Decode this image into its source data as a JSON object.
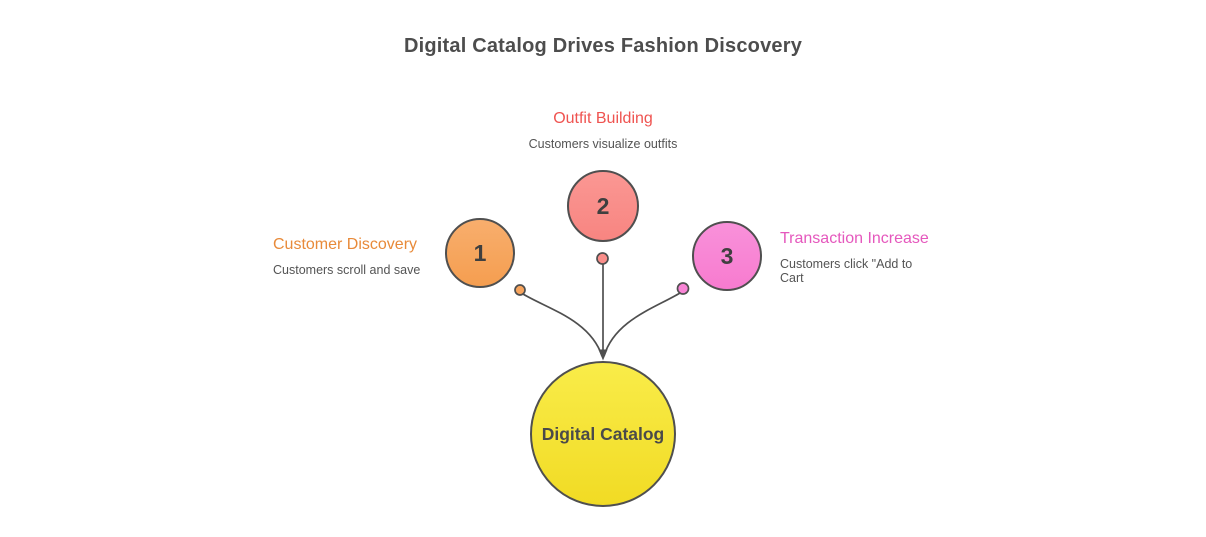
{
  "title": "Digital Catalog Drives Fashion Discovery",
  "center_node": {
    "label": "Digital Catalog"
  },
  "nodes": [
    {
      "number": "1",
      "label": "Customer Discovery",
      "description": "Customers scroll and save",
      "accent_color": "#E88A39",
      "fill_color": "#F7A45D"
    },
    {
      "number": "2",
      "label": "Outfit Building",
      "description": "Customers visualize outfits",
      "accent_color": "#EF5350",
      "fill_color": "#FA8E8A"
    },
    {
      "number": "3",
      "label": "Transaction Increase",
      "description": "Customers click \"Add to Cart",
      "accent_color": "#E558BD",
      "fill_color": "#F884D5"
    }
  ],
  "colors": {
    "background": "#FFFFFF",
    "title_text": "#4D4D4D",
    "description_text": "#545454",
    "outline_stroke": "#4F4F4F",
    "center_fill_top": "#F9EC49",
    "center_fill_bottom": "#F1DB24"
  }
}
